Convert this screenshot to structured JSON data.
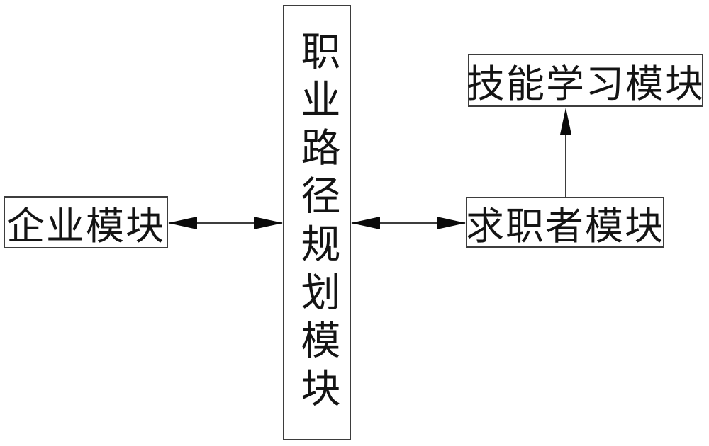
{
  "diagram": {
    "background_color": "#ffffff",
    "border_color": "#3d3d3d",
    "arrow_color": "#0a0a0a",
    "text_color": "#141414",
    "nodes": {
      "center": {
        "label": "职业路径规划模块",
        "orientation": "vertical"
      },
      "left": {
        "label": "企业模块",
        "orientation": "horizontal"
      },
      "right": {
        "label": "求职者模块",
        "orientation": "horizontal"
      },
      "top_right": {
        "label": "技能学习模块",
        "orientation": "horizontal"
      }
    },
    "edges": [
      {
        "from": "left",
        "to": "center",
        "type": "double-headed-horizontal-arrow"
      },
      {
        "from": "center",
        "to": "right",
        "type": "double-headed-horizontal-arrow"
      },
      {
        "from": "right",
        "to": "top_right",
        "type": "single-headed-upward-arrow"
      }
    ]
  }
}
